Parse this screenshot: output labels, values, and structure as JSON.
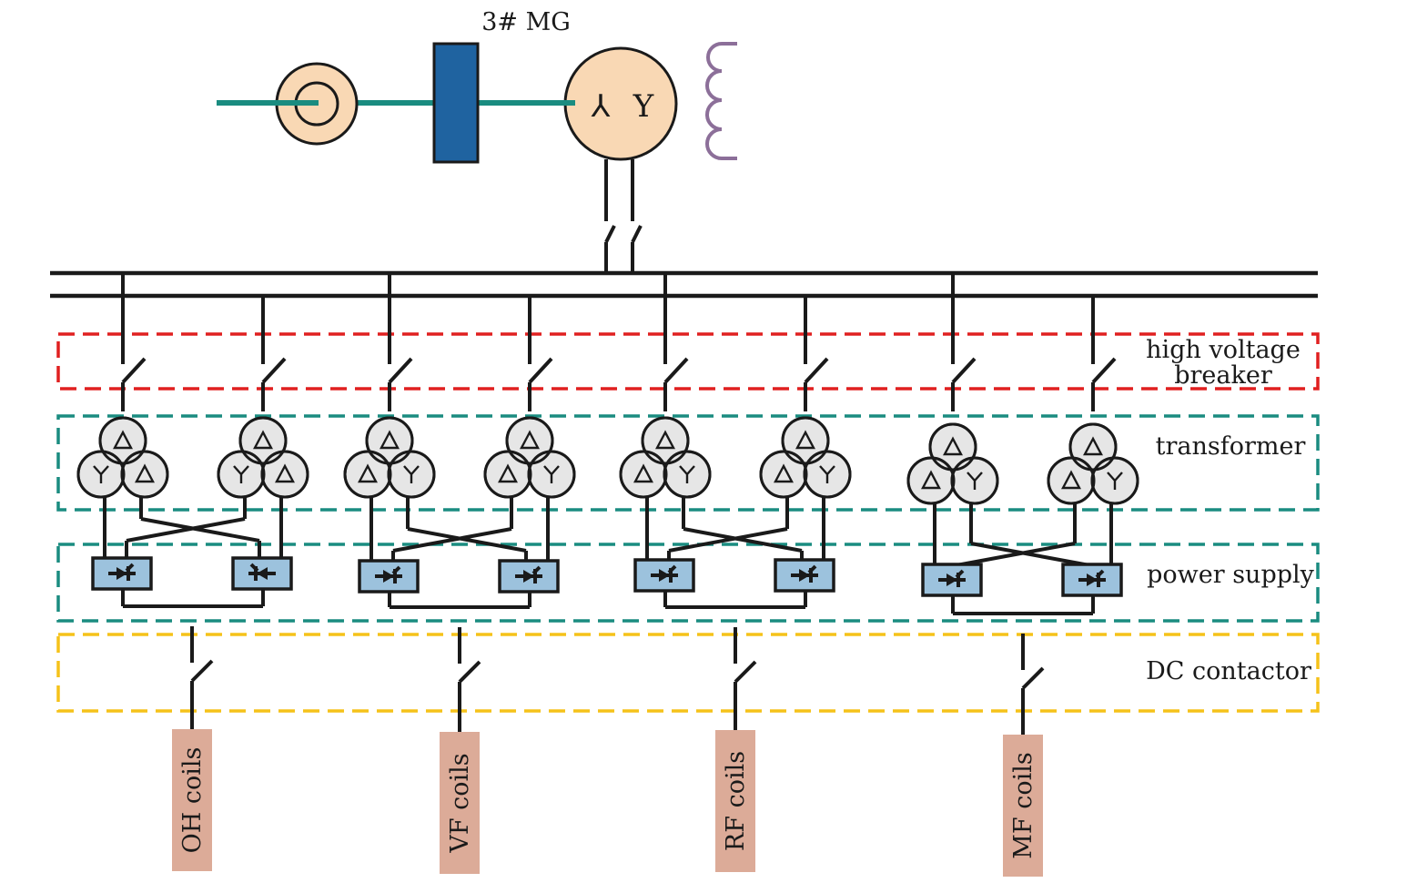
{
  "generator": {
    "title": "3#  MG",
    "colors": {
      "shaft": "#1a8c80",
      "machine_fill": "#f9d8b4",
      "coupling": "#1f63a0",
      "excitation": "#8c6f99"
    },
    "winding_symbols": [
      "⅄",
      "Y"
    ]
  },
  "zones": [
    {
      "id": "breaker",
      "label_lines": [
        "high voltage",
        "breaker"
      ],
      "color": "#e02020"
    },
    {
      "id": "transformer",
      "label_lines": [
        "transformer"
      ],
      "color": "#1a8c80"
    },
    {
      "id": "power_supply",
      "label_lines": [
        "power supply"
      ],
      "color": "#1a8c80"
    },
    {
      "id": "dc_contactor",
      "label_lines": [
        "DC contactor"
      ],
      "color": "#f5c21a"
    }
  ],
  "groups": [
    {
      "coil_label": "OH coils",
      "transformers": [
        [
          "Δ",
          "Y",
          "Δ"
        ],
        [
          "Δ",
          "Y",
          "Δ"
        ]
      ]
    },
    {
      "coil_label": "VF coils",
      "transformers": [
        [
          "Δ",
          "Δ",
          "Y"
        ],
        [
          "Δ",
          "Δ",
          "Y"
        ]
      ]
    },
    {
      "coil_label": "RF coils",
      "transformers": [
        [
          "Δ",
          "Δ",
          "Y"
        ],
        [
          "Δ",
          "Δ",
          "Y"
        ]
      ]
    },
    {
      "coil_label": "MF coils",
      "transformers": [
        [
          "Δ",
          "Δ",
          "Y"
        ],
        [
          "Δ",
          "Δ",
          "Y"
        ]
      ]
    }
  ]
}
